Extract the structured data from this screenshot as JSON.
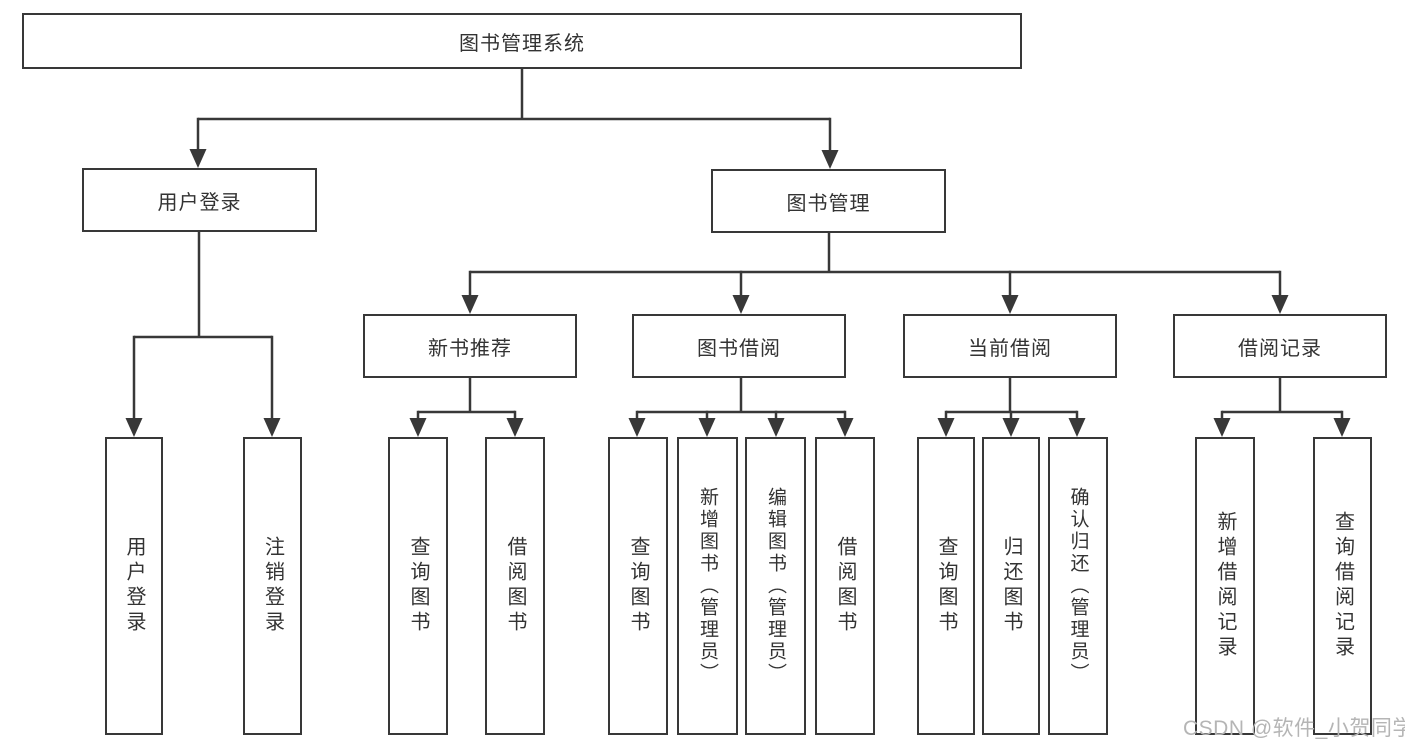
{
  "diagram": {
    "root": "图书管理系统",
    "branches": [
      {
        "label": "用户登录",
        "leaves": [
          "用户登录",
          "注销登录"
        ]
      },
      {
        "label": "图书管理",
        "sections": [
          {
            "label": "新书推荐",
            "leaves": [
              "查询图书",
              "借阅图书"
            ]
          },
          {
            "label": "图书借阅",
            "leaves": [
              "查询图书",
              "新增图书（管理员）",
              "编辑图书（管理员）",
              "借阅图书"
            ]
          },
          {
            "label": "当前借阅",
            "leaves": [
              "查询图书",
              "归还图书",
              "确认归还（管理员）"
            ]
          },
          {
            "label": "借阅记录",
            "leaves": [
              "新增借阅记录",
              "查询借阅记录"
            ]
          }
        ]
      }
    ]
  },
  "watermark": "CSDN @软件_小贺同学",
  "colors": {
    "line": "#383838",
    "text": "#333333",
    "background": "#ffffff",
    "watermark": "#b5b5b5"
  }
}
